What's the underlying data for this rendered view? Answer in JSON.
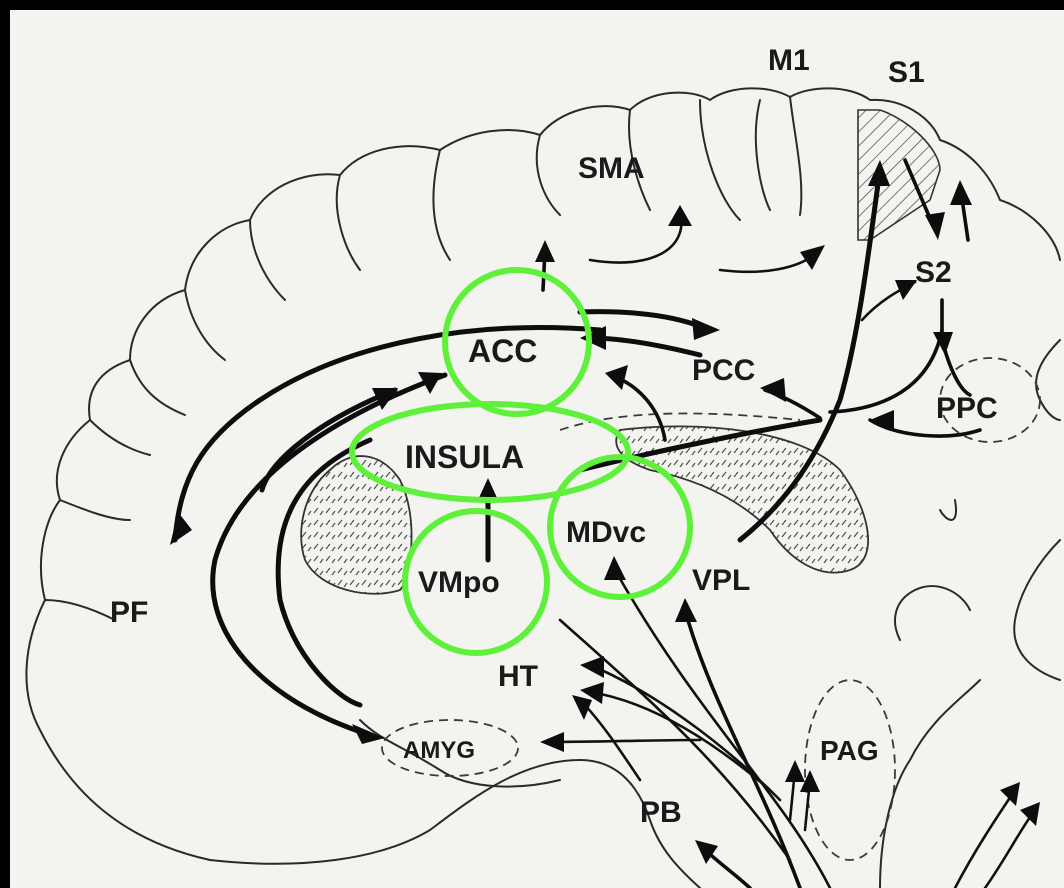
{
  "diagram": {
    "labels": {
      "m1": "M1",
      "s1": "S1",
      "sma": "SMA",
      "s2": "S2",
      "acc": "ACC",
      "pcc": "PCC",
      "ppc": "PPC",
      "insula": "INSULA",
      "mdvc": "MDvc",
      "vmpo": "VMpo",
      "vpl": "VPL",
      "pf": "PF",
      "ht": "HT",
      "amyg": "AMYG",
      "pag": "PAG",
      "pb": "PB"
    },
    "highlight_color": "#5ef03a",
    "highlighted_regions": [
      "ACC",
      "INSULA",
      "MDvc",
      "VMpo"
    ]
  }
}
